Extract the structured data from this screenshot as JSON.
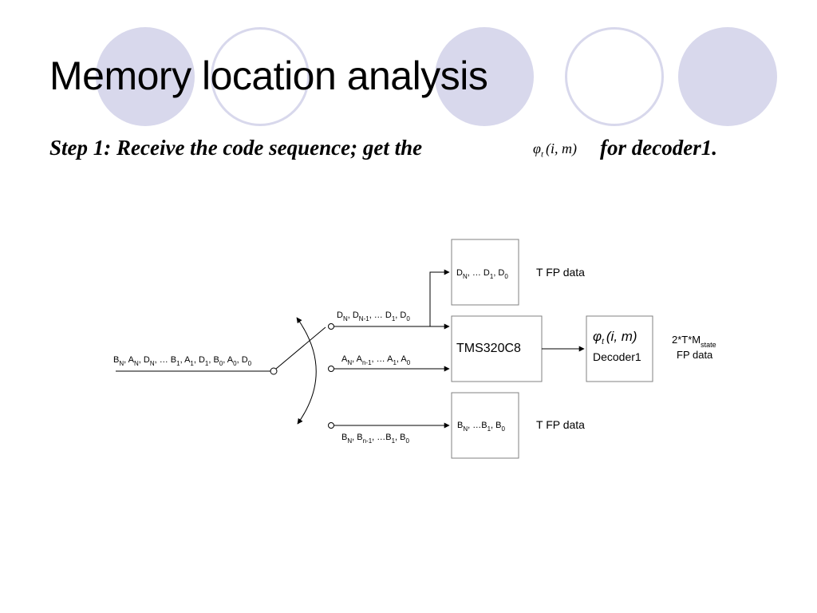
{
  "slide": {
    "title": "Memory location analysis",
    "step_text": "Step 1: Receive the code sequence; get the",
    "step_suffix": "for decoder1.",
    "formula": {
      "phi": "φ",
      "sub": "t",
      "args": "(i, m)"
    }
  },
  "diagram": {
    "input_stream": {
      "parts": [
        {
          "t": "B"
        },
        {
          "t": "N",
          "sub": true
        },
        {
          "t": ", A"
        },
        {
          "t": "N",
          "sub": true
        },
        {
          "t": ", D"
        },
        {
          "t": "N",
          "sub": true
        },
        {
          "t": ", … B"
        },
        {
          "t": "1",
          "sub": true
        },
        {
          "t": ", A"
        },
        {
          "t": "1",
          "sub": true
        },
        {
          "t": ", D"
        },
        {
          "t": "1",
          "sub": true
        },
        {
          "t": ", B"
        },
        {
          "t": "0",
          "sub": true
        },
        {
          "t": ", A"
        },
        {
          "t": "0",
          "sub": true
        },
        {
          "t": ", D"
        },
        {
          "t": "0",
          "sub": true
        }
      ]
    },
    "line_d": {
      "parts": [
        {
          "t": "D"
        },
        {
          "t": "N",
          "sub": true
        },
        {
          "t": ", D"
        },
        {
          "t": "N-1",
          "sub": true
        },
        {
          "t": ", … D"
        },
        {
          "t": "1",
          "sub": true
        },
        {
          "t": ", D"
        },
        {
          "t": "0",
          "sub": true
        }
      ]
    },
    "line_a": {
      "parts": [
        {
          "t": "A"
        },
        {
          "t": "N",
          "sub": true
        },
        {
          "t": ", A"
        },
        {
          "t": "n-1",
          "sub": true
        },
        {
          "t": ", … A"
        },
        {
          "t": "1",
          "sub": true
        },
        {
          "t": ", A"
        },
        {
          "t": "0",
          "sub": true
        }
      ]
    },
    "line_b": {
      "parts": [
        {
          "t": "B"
        },
        {
          "t": "N",
          "sub": true
        },
        {
          "t": ", B"
        },
        {
          "t": "n-1",
          "sub": true
        },
        {
          "t": ", …B"
        },
        {
          "t": "1",
          "sub": true
        },
        {
          "t": ", B"
        },
        {
          "t": "0",
          "sub": true
        }
      ]
    },
    "box_d": {
      "parts": [
        {
          "t": "D"
        },
        {
          "t": "N",
          "sub": true
        },
        {
          "t": ", … D"
        },
        {
          "t": "1",
          "sub": true
        },
        {
          "t": ", D"
        },
        {
          "t": "0",
          "sub": true
        }
      ]
    },
    "box_b": {
      "parts": [
        {
          "t": "B"
        },
        {
          "t": "N",
          "sub": true
        },
        {
          "t": ", …B"
        },
        {
          "t": "1",
          "sub": true
        },
        {
          "t": ", B"
        },
        {
          "t": "0",
          "sub": true
        }
      ]
    },
    "processor_label": "TMS320C8",
    "decoder_label": "Decoder1",
    "t_fp_data_top": "T FP data",
    "t_fp_data_bottom": "T FP data",
    "state_data": {
      "line1_parts": [
        {
          "t": "2*T*M"
        },
        {
          "t": "state",
          "sub": true
        }
      ],
      "line2": "FP data"
    },
    "decoder_formula": {
      "phi": "φ",
      "sub": "t",
      "args": "(i, m)"
    }
  },
  "colors": {
    "decor": "#d8d8ec",
    "stroke": "#000000",
    "box_stroke": "#808080"
  }
}
